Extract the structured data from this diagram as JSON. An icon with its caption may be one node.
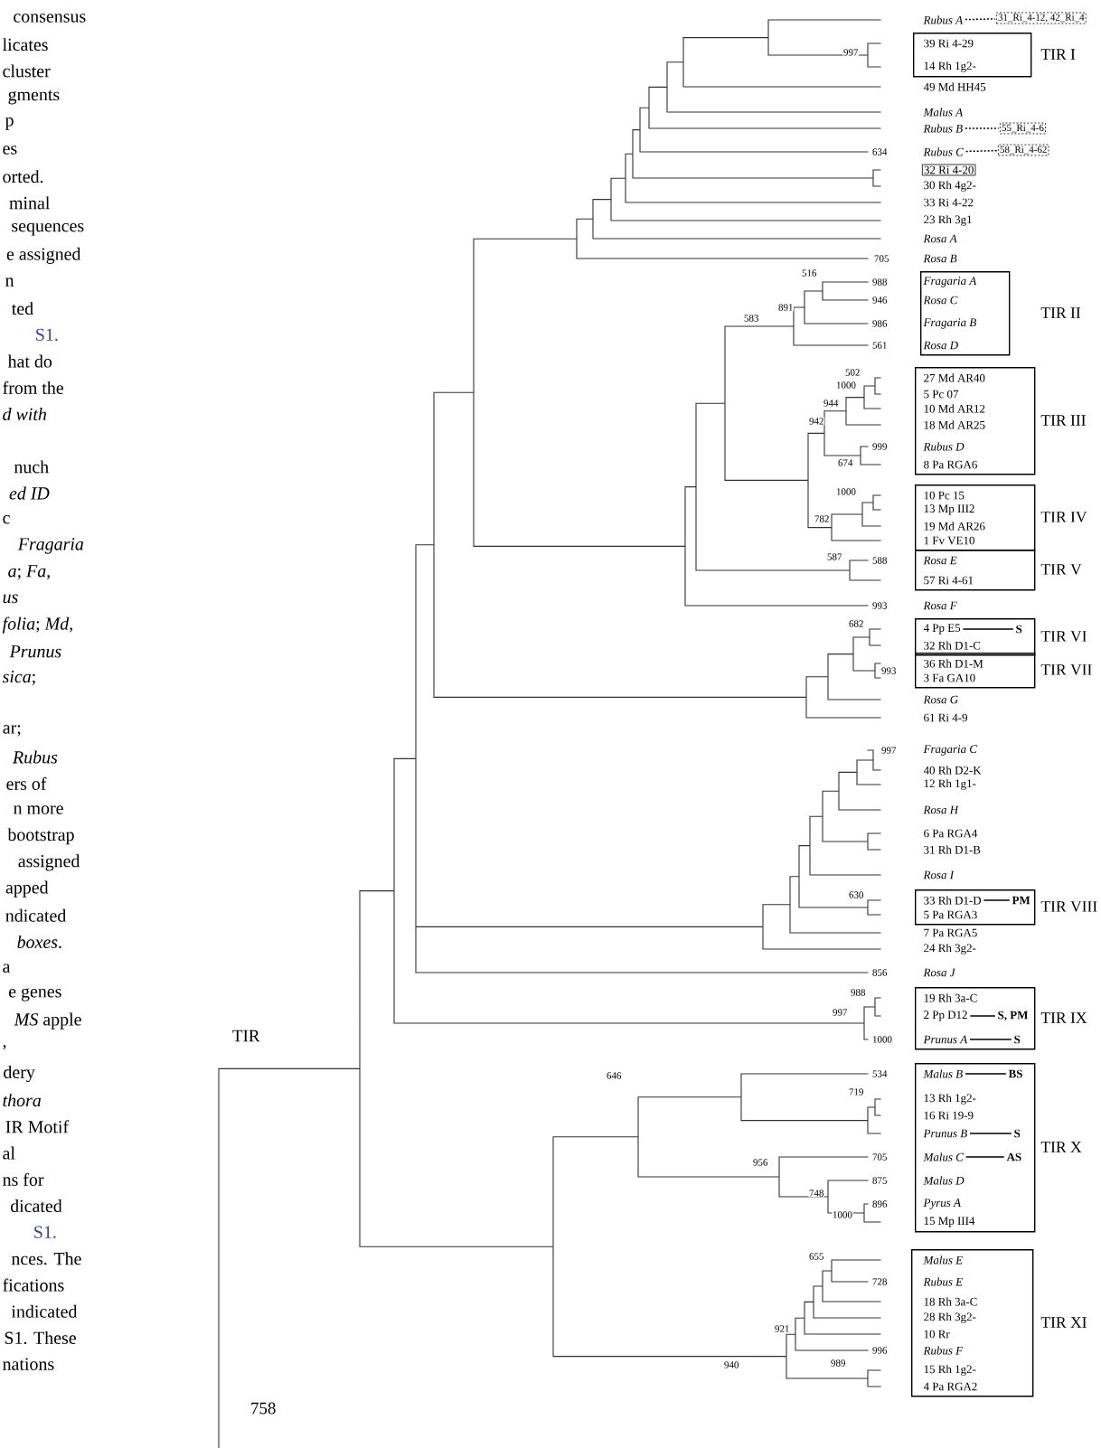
{
  "diagram": {
    "nodes": [
      {
        "text": [
          "Rubus A"
        ]
      },
      {
        "text": [
          "31_Ri_4-12, 42_Ri_4"
        ]
      },
      {
        "text": [
          "TIR I"
        ]
      },
      {
        "text": [
          "39 Ri 4-29"
        ],
        "in": 2
      },
      {
        "text": [
          "14 Rh 1g2-"
        ],
        "in": 2
      },
      {
        "text": [
          "49 Md HH45"
        ]
      },
      {
        "text": [
          "Malus A"
        ]
      },
      {
        "text": [
          "Rubus B"
        ]
      },
      {
        "text": [
          "55_Ri_4-6"
        ]
      },
      {
        "text": [
          "Rubus C"
        ]
      },
      {
        "text": [
          "58_Ri_4-62"
        ]
      },
      {
        "text": [
          "32 Ri 4-20"
        ]
      },
      {
        "text": [
          "30 Rh 4g2-"
        ]
      },
      {
        "text": [
          "33 Ri 4-22"
        ]
      },
      {
        "text": [
          "23 Rh 3g1"
        ]
      },
      {
        "text": [
          "Rosa A"
        ]
      },
      {
        "text": [
          "Rosa B"
        ]
      },
      {
        "text": [
          "TIR II"
        ]
      },
      {
        "text": [
          "Fragaria A"
        ],
        "in": 17
      },
      {
        "text": [
          "Rosa C"
        ],
        "in": 17
      },
      {
        "text": [
          "Fragaria B"
        ],
        "in": 17
      },
      {
        "text": [
          "Rosa D"
        ],
        "in": 17
      },
      {
        "text": [
          "TIR III"
        ]
      },
      {
        "text": [
          "27 Md AR40"
        ],
        "in": 22
      },
      {
        "text": [
          "5 Pc 07"
        ],
        "in": 22
      },
      {
        "text": [
          "10 Md AR12"
        ],
        "in": 22
      },
      {
        "text": [
          "18 Md AR25"
        ],
        "in": 22
      },
      {
        "text": [
          "Rubus D"
        ],
        "in": 22
      },
      {
        "text": [
          "8 Pa RGA6"
        ],
        "in": 22
      },
      {
        "text": [
          "TIR IV"
        ]
      },
      {
        "text": [
          "10 Pc 15"
        ],
        "in": 29
      },
      {
        "text": [
          "13 Mp III2"
        ],
        "in": 29
      },
      {
        "text": [
          "19 Md AR26"
        ],
        "in": 29
      },
      {
        "text": [
          "1 Fv VE10"
        ],
        "in": 29
      },
      {
        "text": [
          "TIR V"
        ]
      },
      {
        "text": [
          "Rosa E"
        ],
        "in": 34
      },
      {
        "text": [
          "57 Ri 4-61"
        ],
        "in": 34
      },
      {
        "text": [
          "Rosa F"
        ]
      },
      {
        "text": [
          "TIR VI"
        ]
      },
      {
        "text": [
          "4 Pp E5"
        ],
        "in": 38
      },
      {
        "text": [
          "S"
        ],
        "in": 38
      },
      {
        "text": [
          "32 Rh D1-C"
        ],
        "in": 38
      },
      {
        "text": [
          "TIR VII"
        ]
      },
      {
        "text": [
          "36 Rh D1-M"
        ],
        "in": 42
      },
      {
        "text": [
          "3 Fa GA10"
        ],
        "in": 42
      },
      {
        "text": [
          "Rosa G"
        ]
      },
      {
        "text": [
          "61 Ri 4-9"
        ]
      },
      {
        "text": [
          "Fragaria C"
        ]
      },
      {
        "text": [
          "40 Rh D2-K"
        ]
      },
      {
        "text": [
          "12 Rh 1g1-"
        ]
      },
      {
        "text": [
          "Rosa H"
        ]
      },
      {
        "text": [
          "6 Pa RGA4"
        ]
      },
      {
        "text": [
          "31 Rh D1-B"
        ]
      },
      {
        "text": [
          "Rosa I"
        ]
      },
      {
        "text": [
          "TIR VIII"
        ]
      },
      {
        "text": [
          "33 Rh D1-D"
        ],
        "in": 54
      },
      {
        "text": [
          "PM"
        ],
        "in": 54
      },
      {
        "text": [
          "5 Pa RGA3"
        ],
        "in": 54
      },
      {
        "text": [
          "7 Pa RGA5"
        ]
      },
      {
        "text": [
          "24 Rh 3g2-"
        ]
      },
      {
        "text": [
          "Rosa J"
        ]
      },
      {
        "text": [
          "TIR IX"
        ]
      },
      {
        "text": [
          "19 Rh 3a-C"
        ],
        "in": 61
      },
      {
        "text": [
          "2 Pp D12"
        ],
        "in": 61
      },
      {
        "text": [
          "S, PM"
        ],
        "in": 61
      },
      {
        "text": [
          "Prunus A"
        ],
        "in": 61
      },
      {
        "text": [
          "S"
        ],
        "in": 61
      },
      {
        "text": [
          "TIR X"
        ]
      },
      {
        "text": [
          "Malus B"
        ],
        "in": 67
      },
      {
        "text": [
          "BS"
        ],
        "in": 67
      },
      {
        "text": [
          "13 Rh 1g2-"
        ],
        "in": 67
      },
      {
        "text": [
          "16 Ri 19-9"
        ],
        "in": 67
      },
      {
        "text": [
          "Prunus B"
        ],
        "in": 67
      },
      {
        "text": [
          "S"
        ],
        "in": 67
      },
      {
        "text": [
          "Malus C"
        ],
        "in": 67
      },
      {
        "text": [
          "AS"
        ],
        "in": 67
      },
      {
        "text": [
          "Malus D"
        ],
        "in": 67
      },
      {
        "text": [
          "Pyrus A"
        ],
        "in": 67
      },
      {
        "text": [
          "15 Mp III4"
        ],
        "in": 67
      },
      {
        "text": [
          "TIR XI"
        ]
      },
      {
        "text": [
          "Malus E"
        ],
        "in": 79
      },
      {
        "text": [
          "Rubus E"
        ],
        "in": 79
      },
      {
        "text": [
          "18 Rh 3a-C"
        ],
        "in": 79
      },
      {
        "text": [
          "28 Rh 3g2-"
        ],
        "in": 79
      },
      {
        "text": [
          "10 Rr"
        ],
        "in": 79
      },
      {
        "text": [
          "Rubus F"
        ],
        "in": 79
      },
      {
        "text": [
          "15 Rh 1g2-"
        ],
        "in": 79
      },
      {
        "text": [
          "4 Pa RGA2"
        ],
        "in": 79
      }
    ],
    "edges": [
      {
        "from": 0,
        "to": 1,
        "arrow": "none",
        "style": "dashed"
      },
      {
        "from": 7,
        "to": 8,
        "arrow": "none",
        "style": "dashed"
      },
      {
        "from": 9,
        "to": 10,
        "arrow": "none",
        "style": "dashed"
      },
      {
        "from": 39,
        "to": 40,
        "arrow": "none"
      },
      {
        "from": 55,
        "to": 56,
        "arrow": "none"
      },
      {
        "from": 63,
        "to": 64,
        "arrow": "none"
      },
      {
        "from": 65,
        "to": 66,
        "arrow": "none"
      },
      {
        "from": 68,
        "to": 69,
        "arrow": "none"
      },
      {
        "from": 72,
        "to": 73,
        "arrow": "none"
      },
      {
        "from": 74,
        "to": 75,
        "arrow": "none"
      }
    ],
    "labels": [
      "consensus",
      "licates",
      "cluster",
      "gments",
      "p",
      "es",
      "orted.",
      "minal",
      "sequences",
      "e assigned",
      "n",
      "ted",
      "S1.",
      "hat do",
      "from the",
      "d with",
      "nuch",
      "ed ID",
      "c",
      "Fragaria",
      "*a*; *Fa*,",
      "us",
      "*folia*; *Md*,",
      "Prunus",
      "*sica*;",
      "ar;",
      "Rubus",
      "ers of",
      "n more",
      "bootstrap",
      "assigned",
      "apped",
      "ndicated",
      "*boxes*.",
      "a",
      "e genes",
      "*MS* apple",
      ",",
      "dery",
      "thora",
      "IR Motif",
      "al",
      "ns for",
      "dicated",
      "S1.",
      "nces. The",
      "fications",
      "indicated",
      "S1. These",
      "nations",
      "997",
      "634",
      "705",
      "516",
      "988",
      "891",
      "946",
      "583",
      "986",
      "561",
      "502",
      "1000",
      "944",
      "942",
      "999",
      "674",
      "1000",
      "782",
      "587",
      "588",
      "993",
      "682",
      "993",
      "997",
      "630",
      "856",
      "988",
      "997",
      "1000",
      "646",
      "534",
      "719",
      "705",
      "956",
      "875",
      "748",
      "896",
      "1000",
      "655",
      "728",
      "921",
      "996",
      "940",
      "989",
      "TIR",
      "758"
    ]
  }
}
